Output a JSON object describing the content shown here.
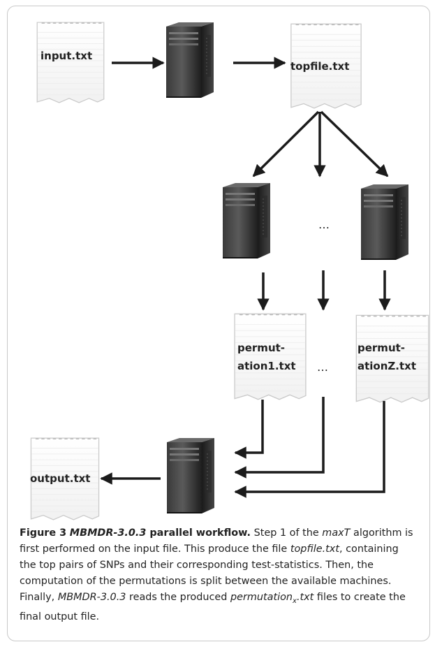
{
  "diagram": {
    "files": {
      "input": "input.txt",
      "topfile": "topfile.txt",
      "perm1_line1": "permut-",
      "perm1_line2": "ation1.txt",
      "permZ_line1": "permut-",
      "permZ_line2": "ationZ.txt",
      "output": "output.txt"
    },
    "ellipsis": "…"
  },
  "caption": {
    "figure_label": "Figure 3",
    "title_italic": "MBMDR-3.0.3",
    "title_rest": " parallel workflow.",
    "t1": " Step 1 of the ",
    "maxT": "maxT",
    "t2": " algorithm is first performed on the input file. This produce the file ",
    "topfile": "topfile.txt",
    "t3": ", containing the top pairs of SNPs and their corresponding test-statistics. Then, the computation of the permutations is split between the available machines. Finally, ",
    "mbmdr": "MBMDR-3.0.3",
    "t4": " reads the produced ",
    "perm_main": "permutation",
    "perm_sub": "x",
    "perm_ext": ".txt",
    "t5": " files to create the final output file."
  }
}
